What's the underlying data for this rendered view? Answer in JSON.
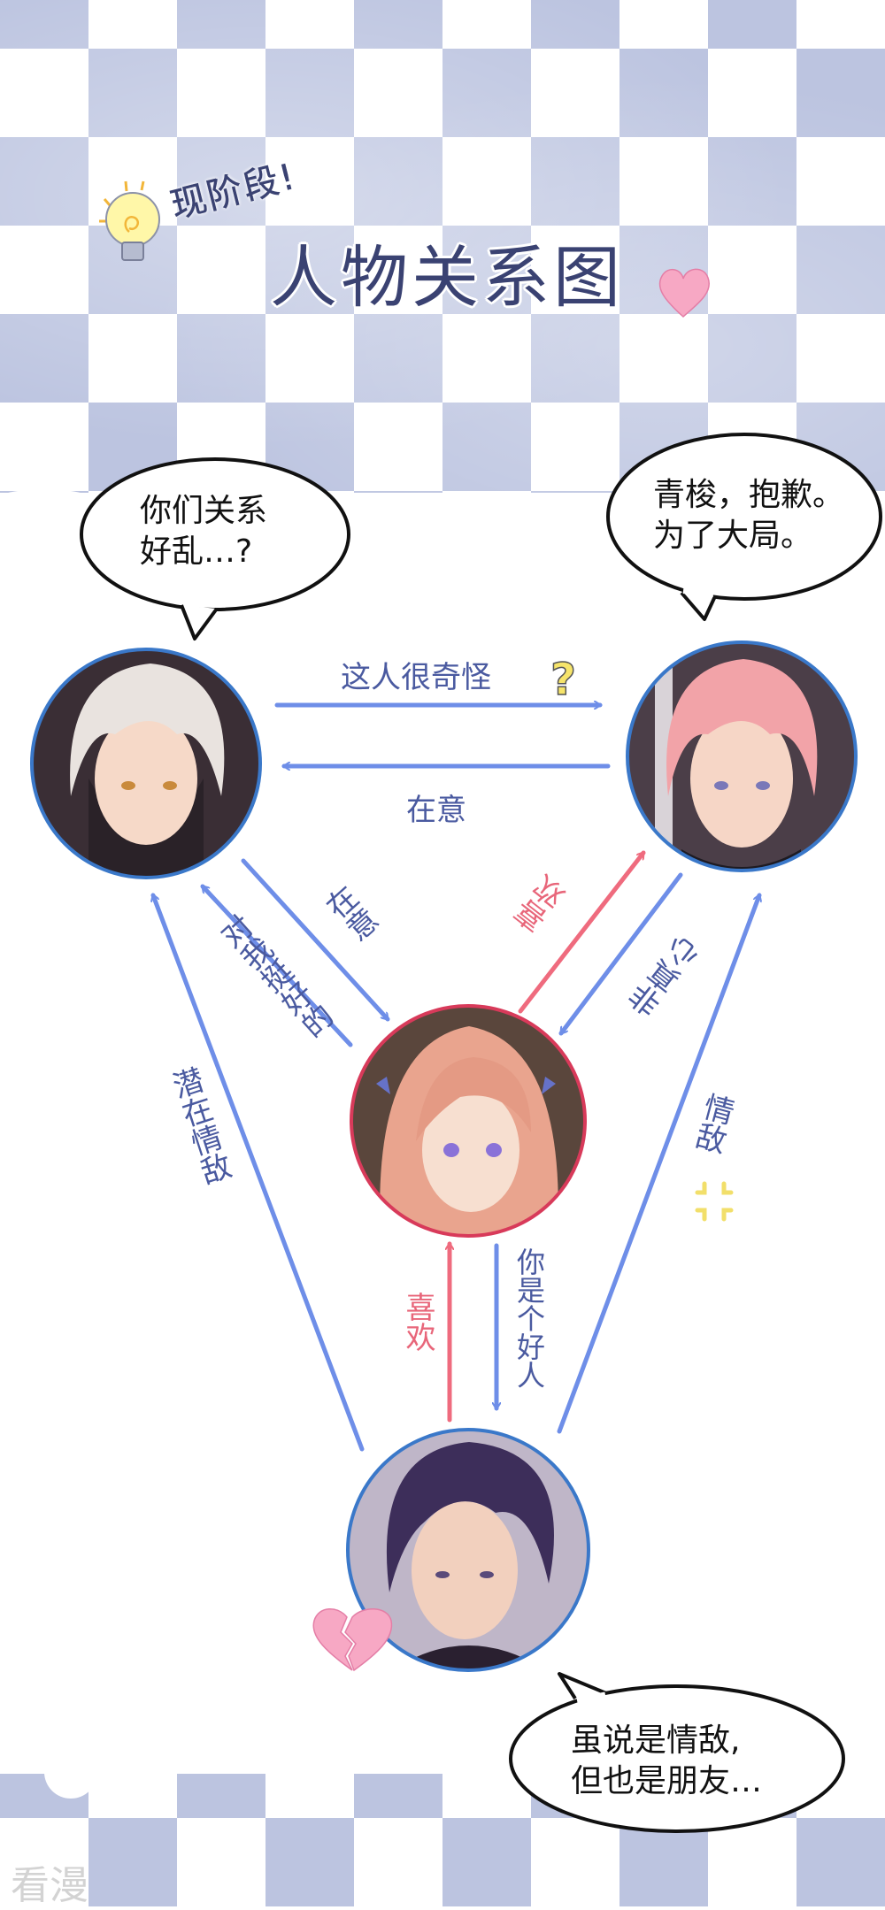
{
  "header": {
    "subtitle": "现阶段!",
    "title": "人物关系图"
  },
  "bubbles": {
    "top_left": "你们关系\n好乱…?",
    "top_right": "青梭，抱歉。\n为了大局。",
    "bottom": "虽说是情敌,\n但也是朋友…"
  },
  "relations": {
    "a_to_b": "这人很奇怪",
    "b_to_a": "在意",
    "a_to_c": "在意",
    "c_to_a": "对我挺好的",
    "d_to_a": "潜在情敌",
    "c_to_b": "喜欢",
    "b_to_c": "非真心",
    "d_to_b": "情敌",
    "d_to_c": "喜欢",
    "c_to_d": "你是个好人"
  },
  "watermark": "看漫",
  "colors": {
    "arrow_blue": "#6e8ee8",
    "arrow_red": "#ef6b7e",
    "label_blue": "#4a5aa0",
    "title": "#3a4272",
    "avatar_border_blue": "#3a78c9",
    "avatar_border_red": "#d83a5a"
  }
}
